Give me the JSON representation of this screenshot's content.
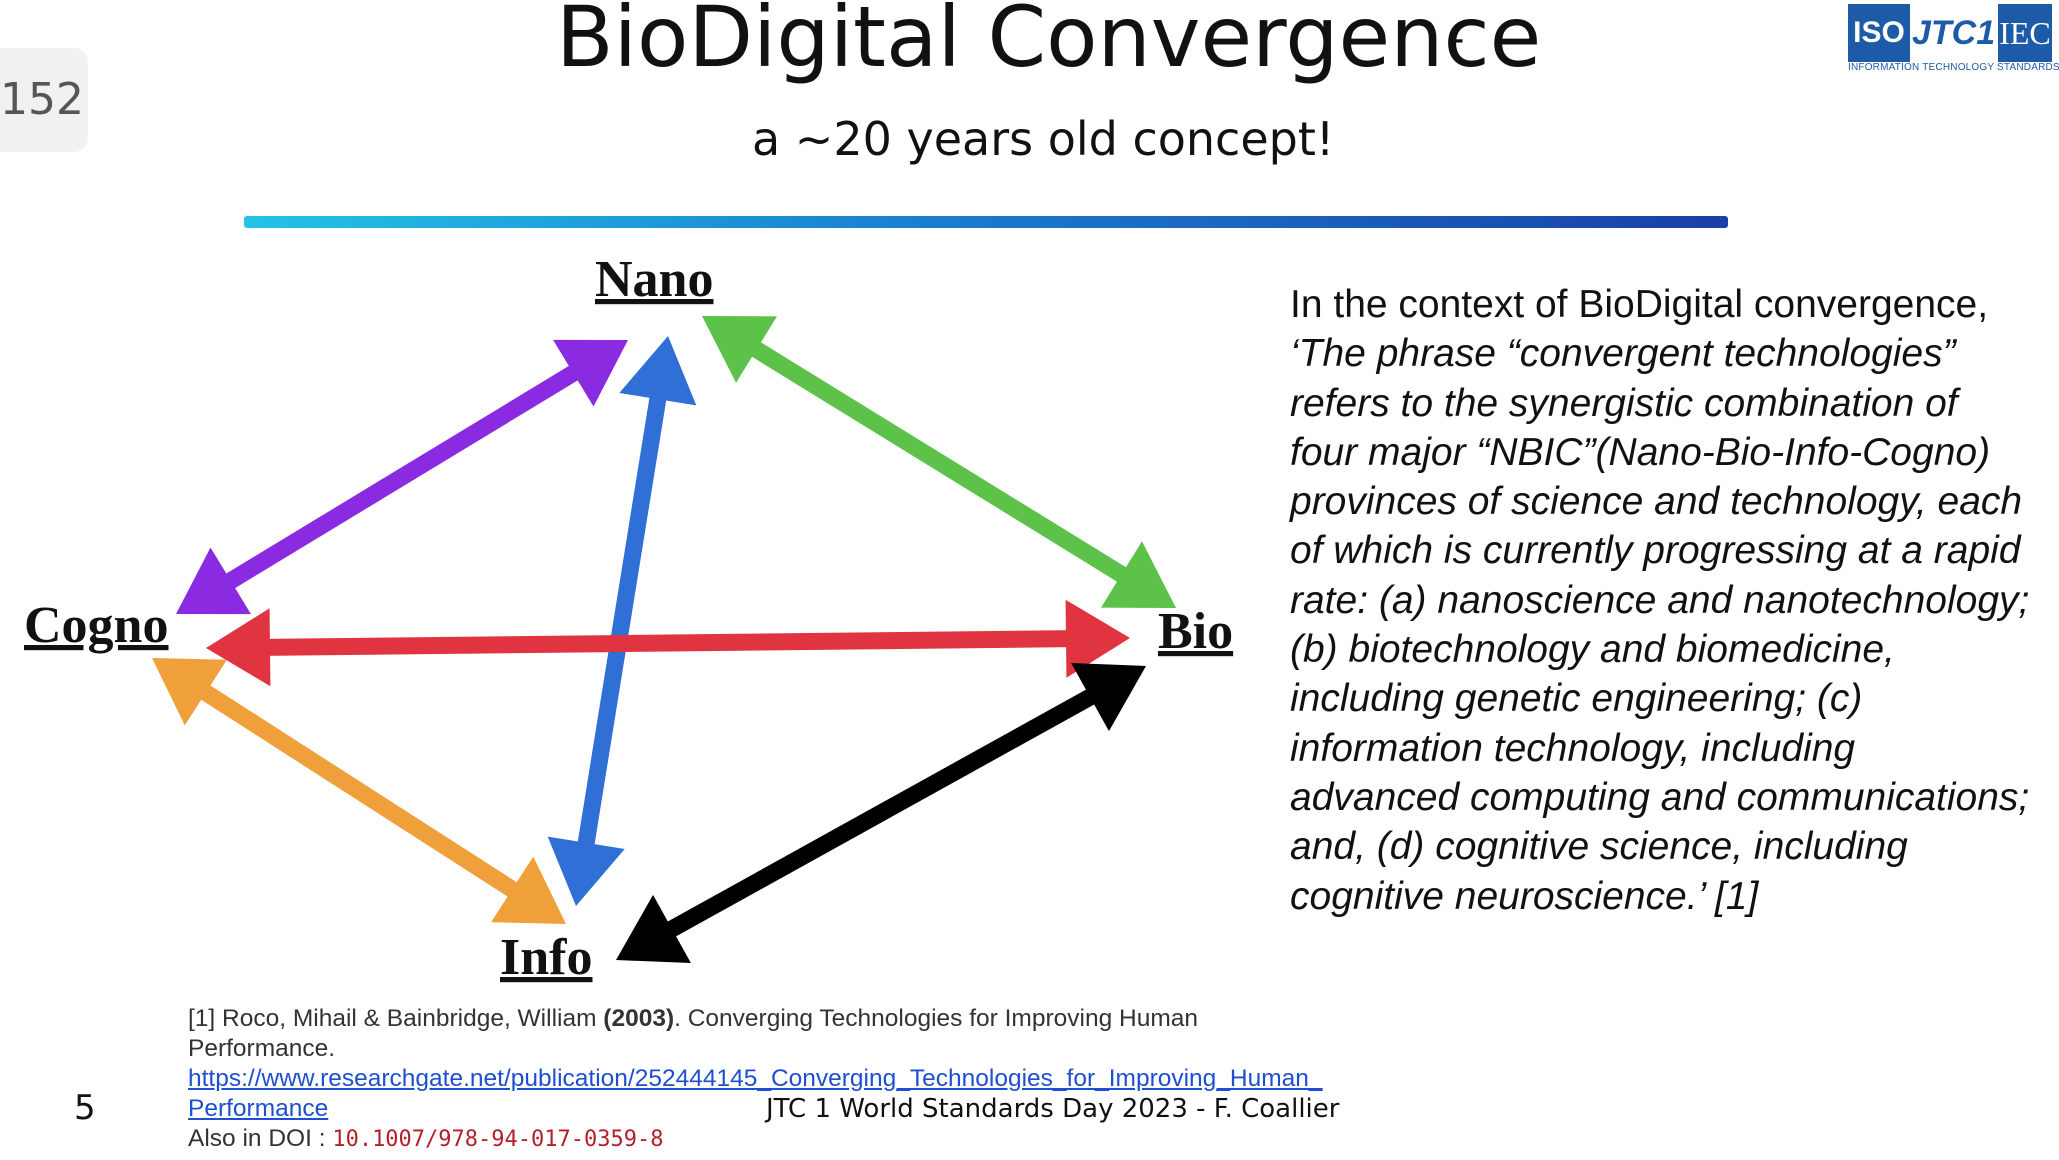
{
  "page_badge": "152",
  "title": "BioDigital Convergence",
  "title_dash": "-",
  "subtitle": "a ~20 years old concept!",
  "logo": {
    "iso": "ISO",
    "jtc": "JTC1",
    "iec": "IEC",
    "tagline": "INFORMATION TECHNOLOGY STANDARDS"
  },
  "diagram": {
    "nodes": {
      "nano": "Nano",
      "bio": "Bio",
      "info": "Info",
      "cogno": "Cogno"
    },
    "colors": {
      "nano_cogno": "#8a2be2",
      "nano_info": "#2f6fd6",
      "nano_bio": "#5cc24a",
      "cogno_bio": "#e03440",
      "cogno_info": "#f0a03a",
      "info_bio": "#000000"
    }
  },
  "quote": {
    "lead": "In the context of BioDigital convergence,",
    "body": "‘The phrase “convergent technologies” refers to the synergistic combination of four major “NBIC”(Nano-Bio-Info-Cogno) provinces of science and technology, each of which is currently progressing at a rapid rate: (a) nanoscience and nanotechnology; (b) biotechnology and biomedicine, including genetic engineering; (c) information technology, including advanced computing and communications; and, (d) cognitive science, including cognitive neuroscience.’ [1]"
  },
  "reference": {
    "pre": "[1] Roco, Mihail & Bainbridge, William ",
    "year": "(2003)",
    "post": ". Converging Technologies for Improving Human Performance.",
    "url": "https://www.researchgate.net/publication/252444145_Converging_Technologies_for_Improving_Human_Performance",
    "doi_prefix": "Also in DOI : ",
    "doi": "10.1007/978-94-017-0359-8"
  },
  "footer": "JTC 1 World Standards Day 2023 - F. Coallier",
  "page_number": "5"
}
